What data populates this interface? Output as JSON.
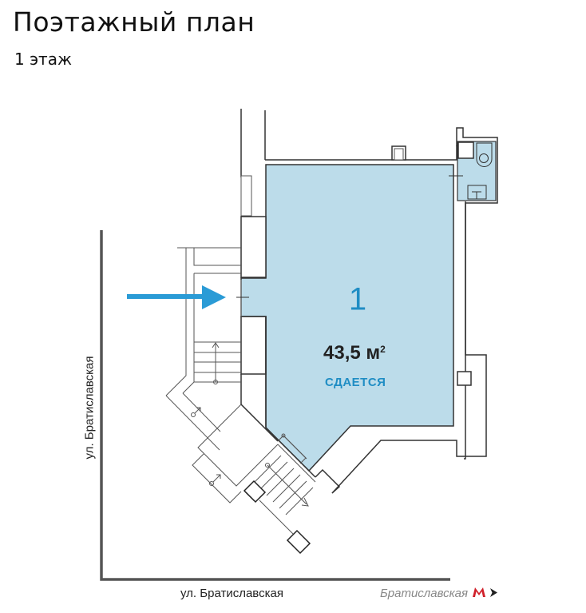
{
  "header": {
    "title": "Поэтажный план",
    "floor": "1 этаж"
  },
  "plan": {
    "room": {
      "number": "1",
      "area_value": "43,5 м",
      "area_unit_sup": "2",
      "status": "СДАЕТСЯ"
    },
    "colors": {
      "room_fill": "#bcdcea",
      "accent": "#1f8dc4",
      "wall": "#333333",
      "street_line": "#555555",
      "metro_red": "#d0202a"
    },
    "entrance_arrow": "entrance-arrow"
  },
  "streets": {
    "bottom": "ул. Братиславская",
    "left": "ул. Братиславская"
  },
  "metro": {
    "station": "Братиславская",
    "icon": "metro-m-icon",
    "direction_icon": "arrow-right-icon"
  }
}
